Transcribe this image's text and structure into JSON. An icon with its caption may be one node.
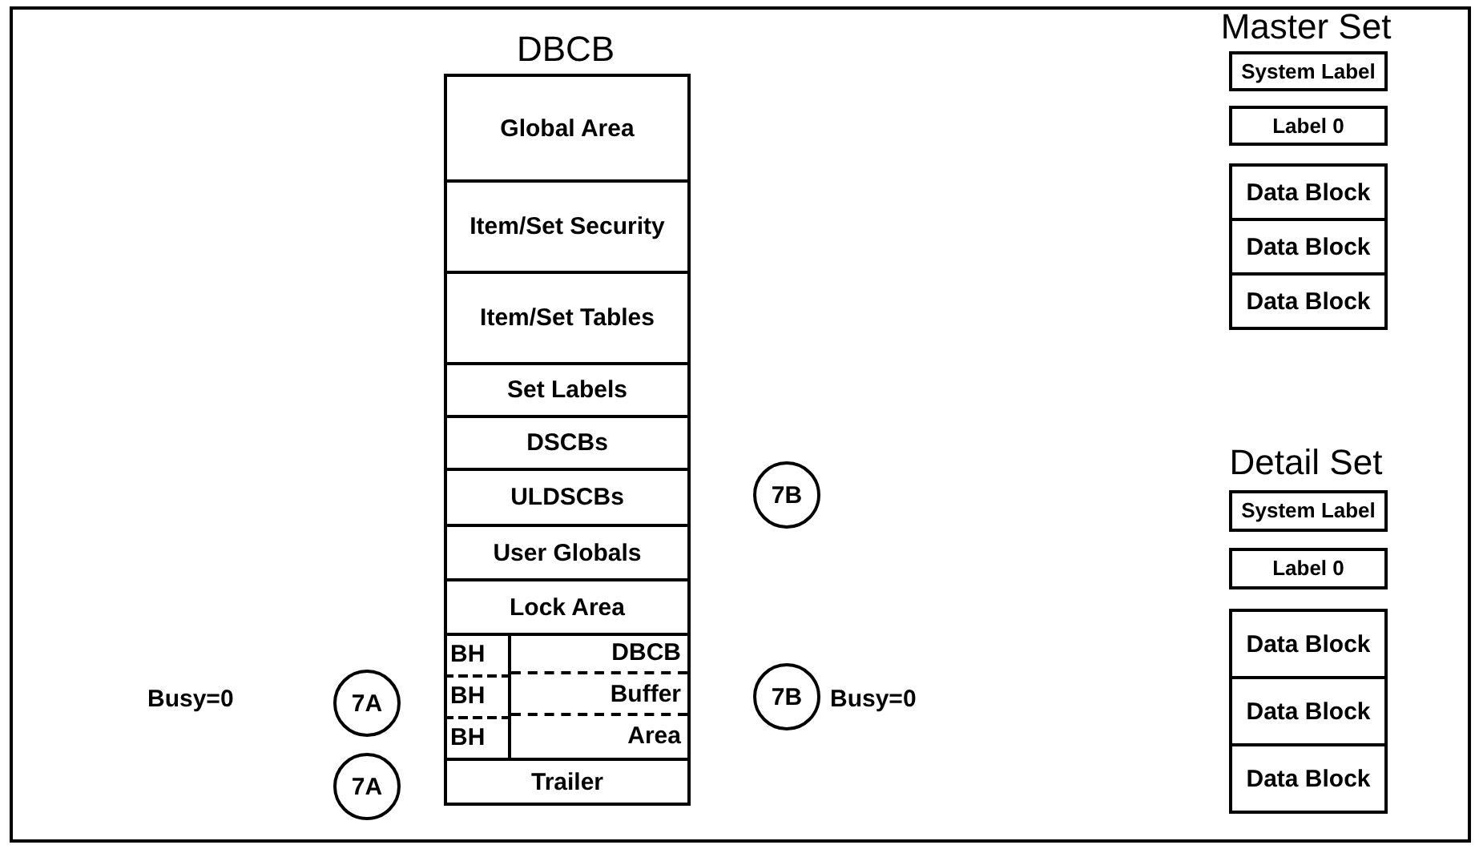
{
  "diagram": {
    "nodes": [
      {
        "text": [
          "DBCB"
        ]
      },
      {
        "text": [
          "Global Area"
        ],
        "in": 0
      },
      {
        "text": [
          "Item/Set Security"
        ],
        "in": 0
      },
      {
        "text": [
          "Item/Set Tables"
        ],
        "in": 0
      },
      {
        "text": [
          "Set Labels"
        ],
        "in": 0
      },
      {
        "text": [
          "DSCBs"
        ],
        "in": 0
      },
      {
        "text": [
          "ULDSCBs"
        ],
        "in": 0
      },
      {
        "text": [
          "User Globals"
        ],
        "in": 0
      },
      {
        "text": [
          "Lock Area"
        ],
        "in": 0
      },
      {
        "text": [
          "BH"
        ],
        "in": 0
      },
      {
        "text": [
          "BH"
        ],
        "in": 0
      },
      {
        "text": [
          "BH"
        ],
        "in": 0
      },
      {
        "text": [
          "DBCB Buffer Area"
        ],
        "in": 0
      },
      {
        "text": [
          "Trailer"
        ],
        "in": 0
      },
      {
        "text": [
          "7B"
        ]
      },
      {
        "text": [
          "7A"
        ]
      },
      {
        "text": [
          "7B"
        ],
        "beside": [
          "Busy=0"
        ]
      },
      {
        "text": [
          "7A"
        ]
      },
      {
        "text": [
          "Master Set"
        ]
      },
      {
        "text": [
          "System Label"
        ],
        "in": 18
      },
      {
        "text": [
          "Label 0"
        ],
        "in": 18
      },
      {
        "text": [
          "Data Block"
        ],
        "in": 18
      },
      {
        "text": [
          "Data Block"
        ],
        "in": 18
      },
      {
        "text": [
          "Data Block"
        ],
        "in": 18
      },
      {
        "text": [
          "Detail Set"
        ]
      },
      {
        "text": [
          "System Label"
        ],
        "in": 24
      },
      {
        "text": [
          "Label 0"
        ],
        "in": 24
      },
      {
        "text": [
          "Data Block"
        ],
        "in": 24
      },
      {
        "text": [
          "Data Block"
        ],
        "in": 24
      },
      {
        "text": [
          "Data Block"
        ],
        "in": 24
      }
    ],
    "labels": [
      "Busy=0"
    ]
  }
}
